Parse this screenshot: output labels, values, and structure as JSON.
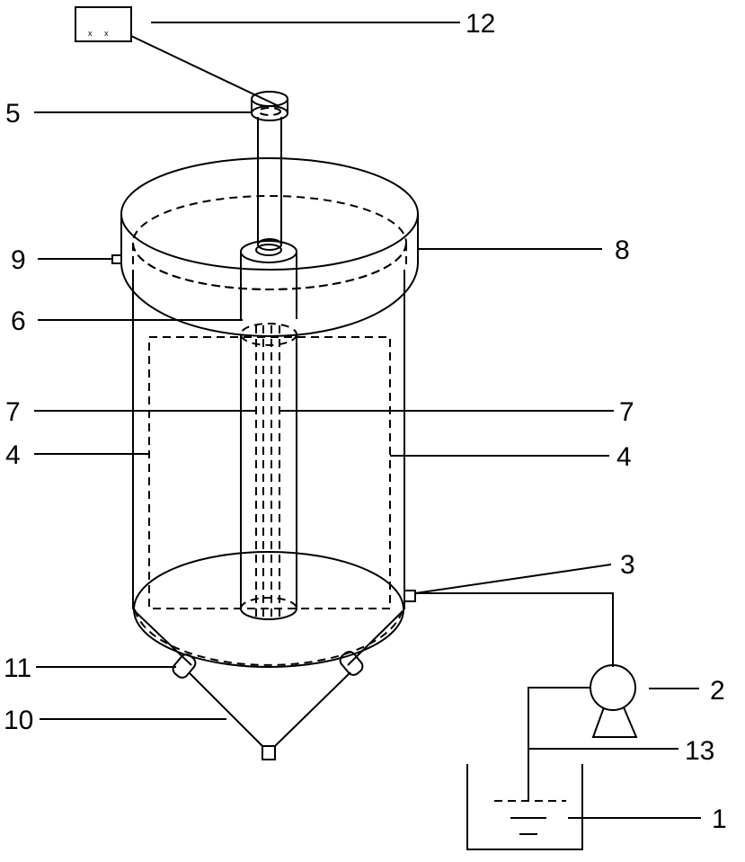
{
  "labels": {
    "l1": "1",
    "l2": "2",
    "l3": "3",
    "l4_left": "4",
    "l4_right": "4",
    "l5": "5",
    "l6": "6",
    "l7_left": "7",
    "l7_right": "7",
    "l8": "8",
    "l9": "9",
    "l10": "10",
    "l11": "11",
    "l12": "12",
    "l13": "13"
  },
  "colors": {
    "stroke": "#000000",
    "background": "#ffffff"
  }
}
